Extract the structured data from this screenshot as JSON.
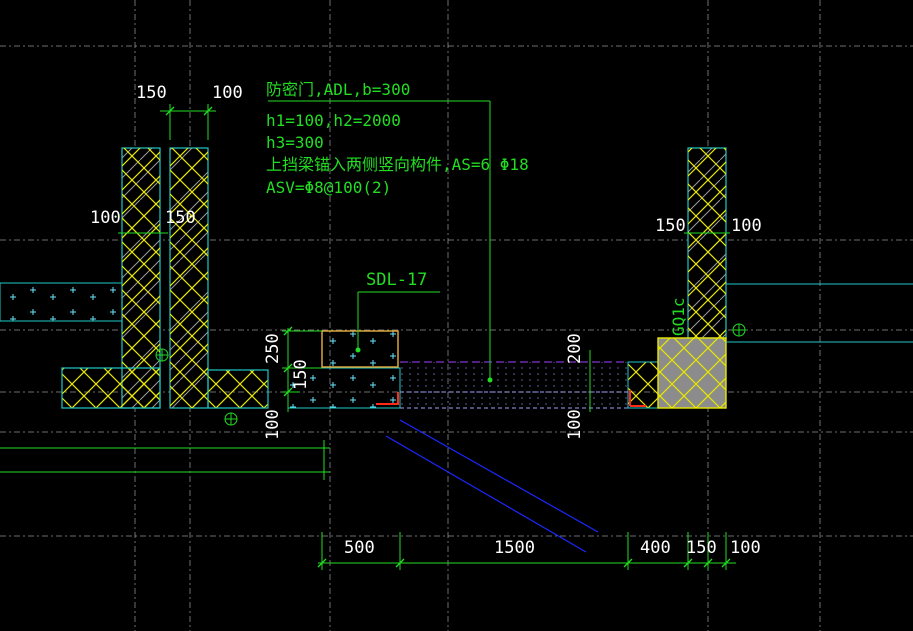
{
  "colors": {
    "background": "#000000",
    "grid": "#c8c8c8",
    "dimension": "#22dd22",
    "wall_outline": "#20c8c8",
    "hatch": "#e8e800",
    "leader": "#22dd22",
    "text": "#22dd22",
    "beam_outline": "#e8b040",
    "red_mark": "#ff2a1a",
    "blue_line": "#1a28ff",
    "gray_fill": "#8c8c8c",
    "white_marks": "#ffffff"
  },
  "annotation": {
    "line1": "防密门,ADL,b=300",
    "line2": "h1=100,h2=2000",
    "line3": "h3=300",
    "line4": "上挡梁锚入两侧竖向构件,AS=6 Φ18",
    "line5": "ASV=Φ8@100(2)"
  },
  "labels": {
    "sdl": "SDL-17",
    "gq": "GQ1c"
  },
  "dims_top": {
    "left_150": "150",
    "left_100": "100"
  },
  "dims_side": {
    "d100_left": "100",
    "d150_left": "150",
    "d150_right": "150",
    "d100_right": "100",
    "d250": "250",
    "d150_mid": "150",
    "d100_mid": "100",
    "d200": "200",
    "d100_right_low": "100"
  },
  "dims_bottom": {
    "d500": "500",
    "d1500": "1500",
    "d400": "400",
    "d150": "150",
    "d100": "100"
  },
  "icons": {
    "axis_marker": "crosshair-circle-icon"
  }
}
